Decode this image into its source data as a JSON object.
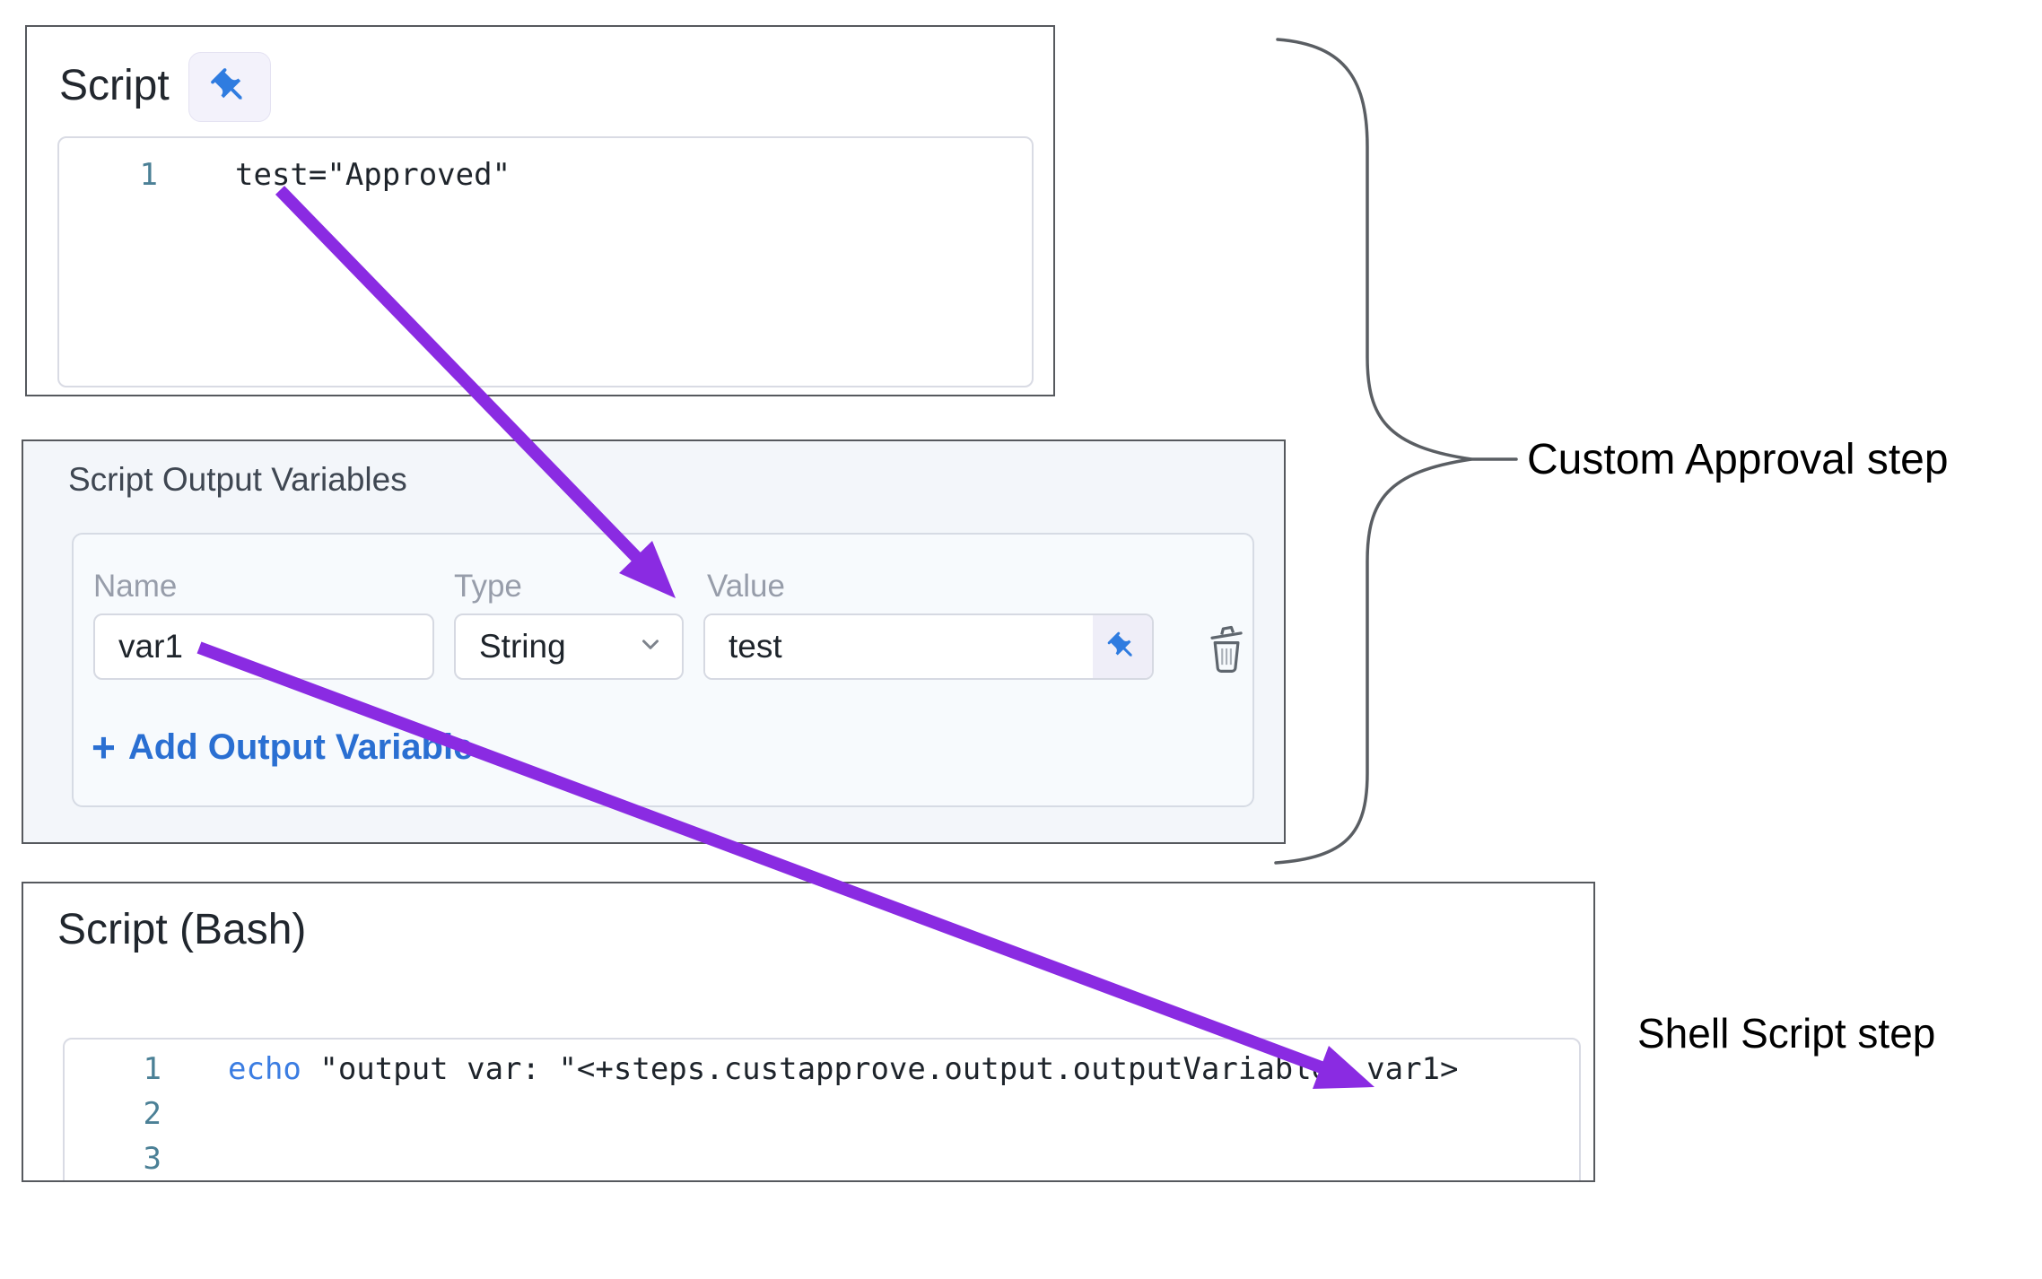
{
  "script_panel": {
    "title": "Script",
    "pin_icon": "pushpin-icon",
    "editor": {
      "line_number": "1",
      "code": "test=\"Approved\""
    }
  },
  "vars_panel": {
    "title": "Script Output Variables",
    "columns": {
      "name": "Name",
      "type": "Type",
      "value": "Value"
    },
    "row": {
      "name": "var1",
      "type": "String",
      "value": "test"
    },
    "add_button": {
      "plus": "+",
      "label": "Add Output Variable"
    }
  },
  "bash_panel": {
    "title": "Script (Bash)",
    "line_numbers": [
      "1",
      "2",
      "3"
    ],
    "code": {
      "keyword": "echo",
      "rest": " \"output var: \"<+steps.custapprove.output.outputVariables.var1>"
    }
  },
  "annotations": {
    "custom_approval": "Custom Approval step",
    "shell_script": "Shell Script step"
  },
  "colors": {
    "arrow_purple": "#8a2be2",
    "pin_blue": "#2f7ce0",
    "add_link_blue": "#2a6fd2",
    "echo_blue": "#3b7de2",
    "line_number_teal": "#4b8096",
    "panel_border": "#56595e",
    "panel_vars_bg": "#f3f6fa",
    "brace_gray": "#5a5e63",
    "trash_gray": "#5f666e"
  }
}
